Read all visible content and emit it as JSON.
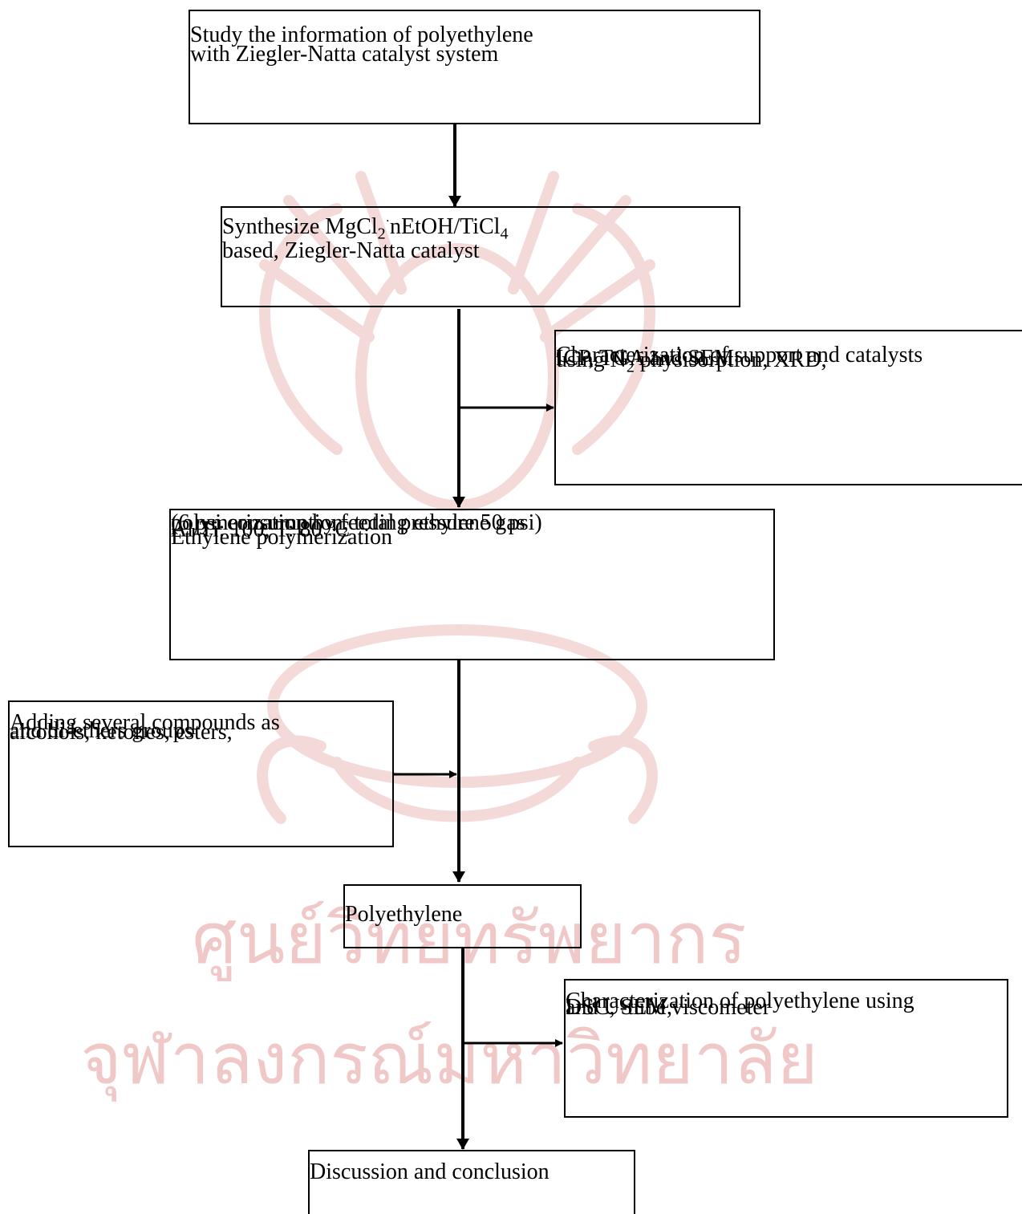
{
  "watermark": {
    "text_line1": "ศูนย์วิทยทรัพยากร",
    "text_line2": "จุฬาลงกรณ์มหาวิทยาลัย",
    "color": "#f0c8c8"
  },
  "boxes": {
    "study": {
      "line1": "Study the information of polyethylene",
      "line2": "with Ziegler-Natta catalyst system"
    },
    "synthesize": {
      "line1_pre": "Synthesize MgCl",
      "line1_sub1": "2",
      "line1_dot": "·",
      "line1_mid": "nEtOH/TiCl",
      "line1_sub2": "4",
      "line2": "based, Ziegler-Natta catalyst"
    },
    "support_characterization": {
      "line1": "Characterization of support and catalysts",
      "line2_pre": "using N",
      "line2_sub": "2",
      "line2_post": " physisorption, XRD,",
      "line3": "ICP, TGA and SEM"
    },
    "polymerization": {
      "line1": "Ethylene polymerization",
      "line2_pre": "Al/Ti: 100, T: 80 ",
      "line2_sup": "o",
      "line2_post": "C",
      "line3": "polymerization by feeding ethylene gas",
      "line4": "(6 psi consumption, total pressure 50 psi)"
    },
    "adding": {
      "line1": "Adding several compounds as",
      "line2": "alcohols, ketones, esters,",
      "line3": "and di-ethers groups"
    },
    "polyethylene": {
      "label": "Polyethylene"
    },
    "pe_characterization": {
      "line1": "Characterization of polyethylene using",
      "line2": "DSC, SEM,",
      "line3": "and U-tube viscometer"
    },
    "discussion": {
      "label": "Discussion and conclusion"
    }
  }
}
